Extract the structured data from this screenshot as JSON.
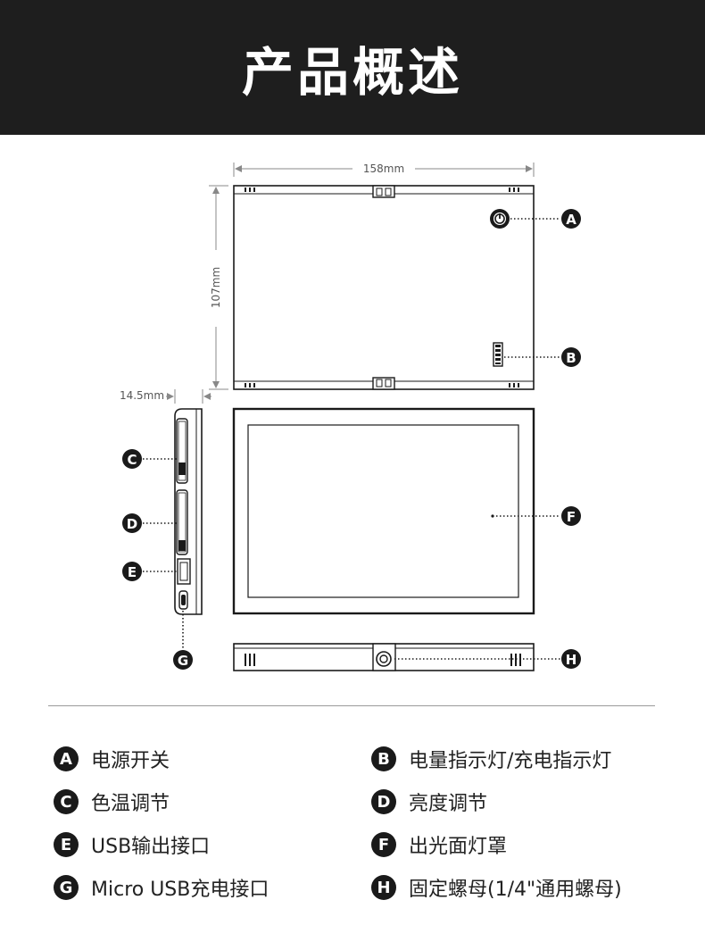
{
  "header": {
    "title": "产品概述"
  },
  "dimensions": {
    "width": "158mm",
    "height": "107mm",
    "depth": "14.5mm"
  },
  "markers": [
    "A",
    "B",
    "C",
    "D",
    "E",
    "F",
    "G",
    "H"
  ],
  "legend": [
    {
      "letter": "A",
      "text": "电源开关"
    },
    {
      "letter": "B",
      "text": "电量指示灯/充电指示灯"
    },
    {
      "letter": "C",
      "text": "色温调节"
    },
    {
      "letter": "D",
      "text": "亮度调节"
    },
    {
      "letter": "E",
      "text": "USB输出接口"
    },
    {
      "letter": "F",
      "text": "出光面灯罩"
    },
    {
      "letter": "G",
      "text": "Micro USB充电接口"
    },
    {
      "letter": "H",
      "text": "固定螺母(1/4\"通用螺母)"
    }
  ],
  "colors": {
    "header_bg": "#1e1e1e",
    "line": "#1a1a1a",
    "dim_line": "#888888"
  }
}
